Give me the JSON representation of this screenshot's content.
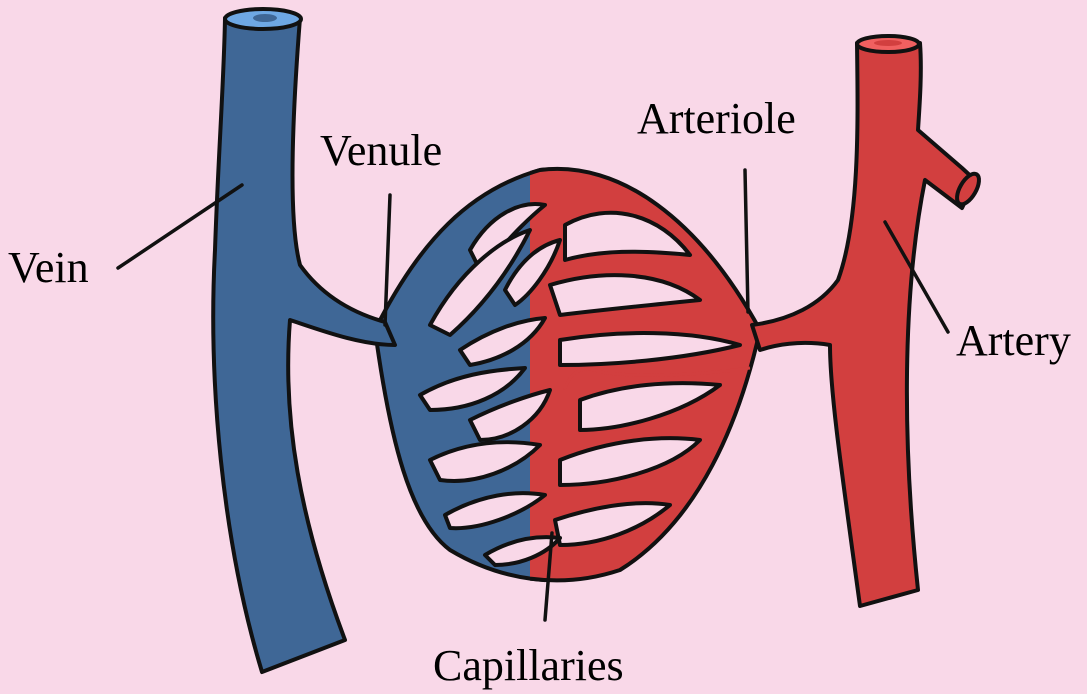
{
  "diagram": {
    "labels": {
      "vein": "Vein",
      "venule": "Venule",
      "arteriole": "Arteriole",
      "artery": "Artery",
      "capillaries": "Capillaries"
    },
    "colors": {
      "background": "#f9d8e8",
      "venous_blue": "#3f6796",
      "vein_lumen": "#6ea8e4",
      "arterial_red": "#d23f3f",
      "artery_lumen": "#f06060",
      "outline": "#111111"
    }
  }
}
